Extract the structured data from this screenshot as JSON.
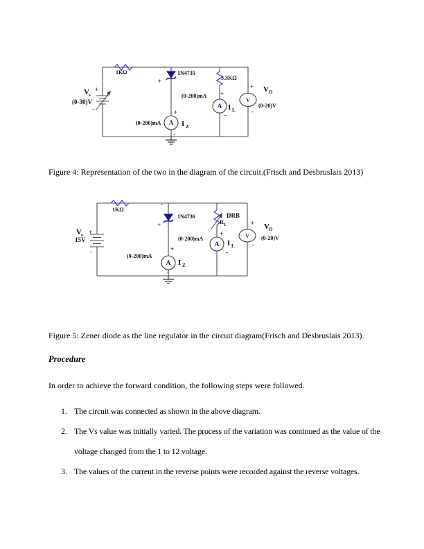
{
  "sym": {
    "plus": "+",
    "minus": "-"
  },
  "figure4": {
    "caption": "Figure 4: Representation of the two in the diagram of the circuit.(Frisch and Desbruslais 2013)",
    "labels": {
      "series_resistor": "1KΩ",
      "zener_part": "1N4735",
      "load_resistor": "3.3KΩ",
      "source_name": "V",
      "source_sub": "s",
      "source_range": "(0-30)V",
      "iz_range": "(0-200)mA",
      "il_range": "(0-200)mA",
      "ammeter_letter": "A",
      "voltmeter_letter": "V",
      "iz_name": "I",
      "iz_sub": "Z",
      "il_name": "I",
      "il_sub": "L",
      "vo_name": "V",
      "vo_sub": "O",
      "vo_range": "(0-20)V"
    }
  },
  "figure5": {
    "caption": "Figure 5: Zener diode as the line regulator in the circuit diagram(Frisch and Desbruslais 2013).",
    "labels": {
      "series_resistor": "1KΩ",
      "zener_part": "1N4736",
      "load_name": "DRB",
      "load_r": "R",
      "load_r_sub": "L",
      "source_name": "V",
      "source_sub": "s",
      "source_value": "15V",
      "iz_range": "(0-200)mA",
      "il_range": "(0-200)mA",
      "ammeter_letter": "A",
      "voltmeter_letter": "V",
      "iz_name": "I",
      "iz_sub": "Z",
      "il_name": "I",
      "il_sub": "L",
      "vo_name": "V",
      "vo_sub": "O",
      "vo_range": "(0-20)V"
    }
  },
  "procedure": {
    "heading": "Procedure",
    "intro": "In order to achieve the forward condition, the following steps were followed.",
    "steps": [
      {
        "num": "1.",
        "text": "The circuit was connected as shown in the above diagram."
      },
      {
        "num": "2.",
        "text": "The Vs value was initially varied. The process of the variation was continued as the value of the voltage changed from the 1 to 12 voltage."
      },
      {
        "num": "3.",
        "text": "The values of the current in the reverse points were recorded against the reverse voltages."
      }
    ]
  }
}
